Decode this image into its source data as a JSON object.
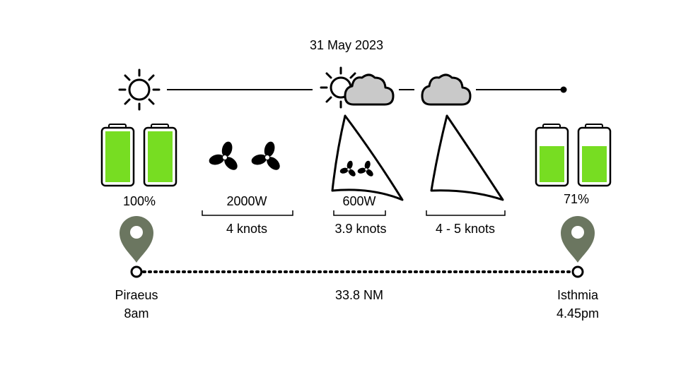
{
  "date": "31 May 2023",
  "start_battery": "100%",
  "end_battery": "71%",
  "end_battery_level": 0.71,
  "segments": [
    {
      "power": "2000W",
      "speed": "4 knots"
    },
    {
      "power": "600W",
      "speed": "3.9 knots"
    },
    {
      "power": "",
      "speed": "4 - 5 knots"
    }
  ],
  "start": {
    "place": "Piraeus",
    "time": "8am"
  },
  "end": {
    "place": "Isthmia",
    "time": "4.45pm"
  },
  "distance": "33.8 NM",
  "weather": [
    "sun-icon",
    "sun-behind-cloud-icon",
    "cloud-icon"
  ],
  "colors": {
    "battery_green": "#77dd22",
    "pin": "#6b7660",
    "cloud": "#c9c9c9"
  }
}
